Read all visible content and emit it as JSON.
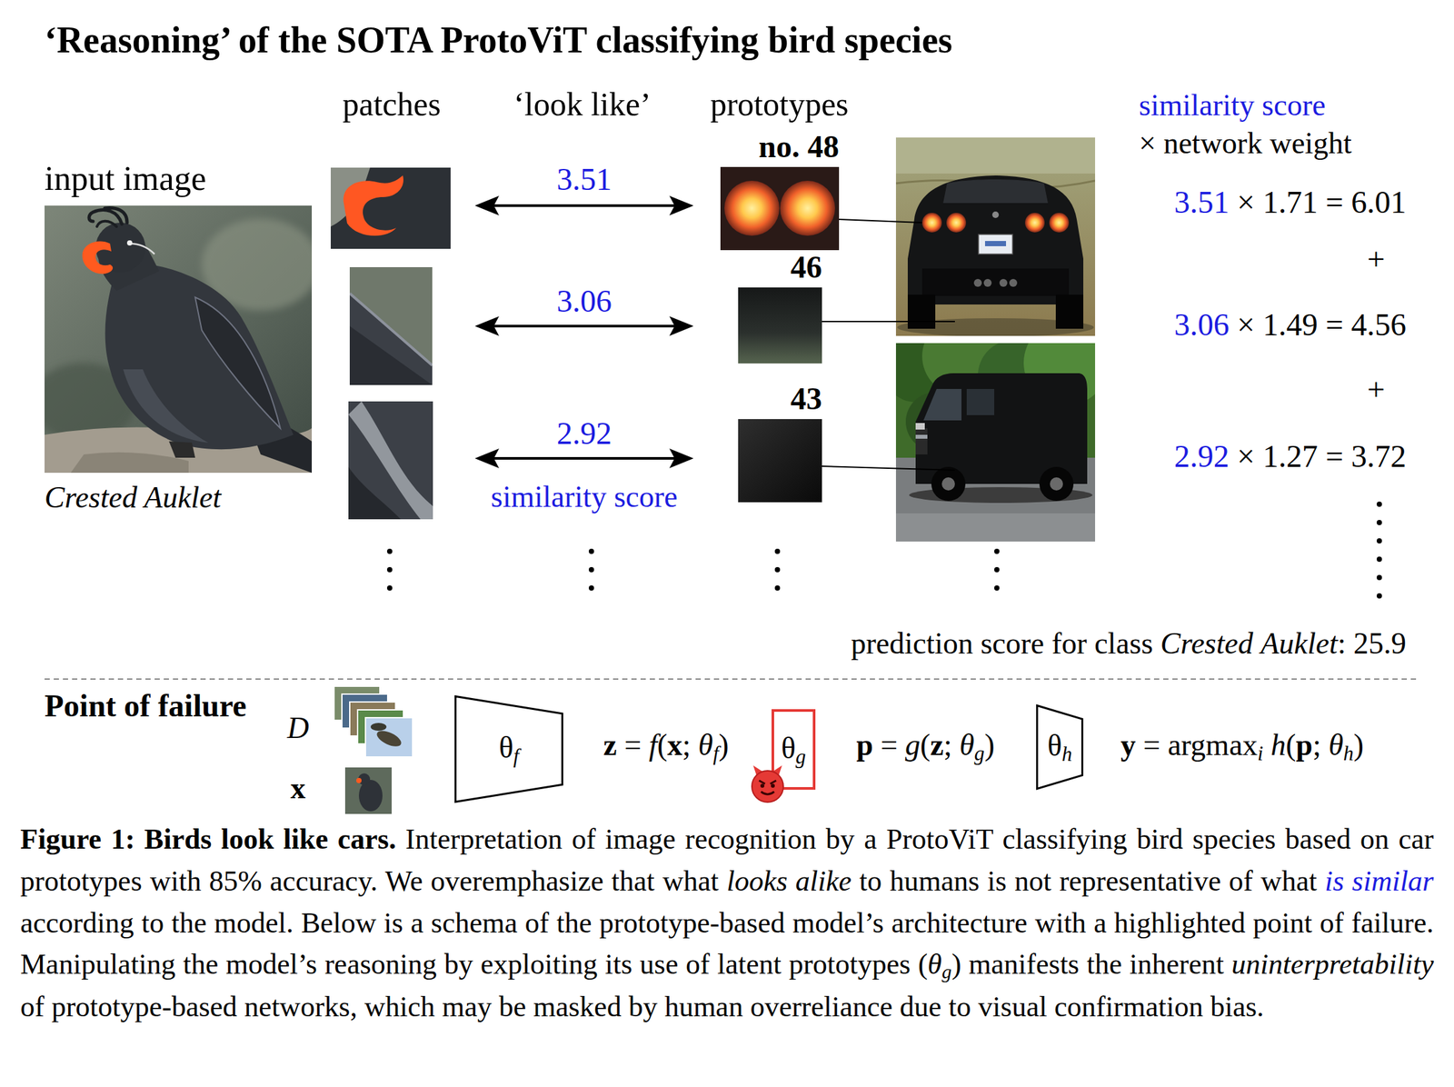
{
  "diagram": {
    "title": "‘Reasoning’ of the SOTA ProtoViT classifying bird species",
    "caption": "Figure 1: Birds look like cars. Interpretation of image recognition by a ProtoViT classifying bird species based on car prototypes with 85% accuracy. We overemphasize that what looks alike to humans is not representative of what is similar according to the model. Below is a schema of the prototype-based model’s architecture with a highlighted point of failure. Manipulating the model’s reasoning by exploiting its use of latent prototypes (θg) manifests the inherent uninterpretability of prototype-based networks, which may be masked by human overreliance due to visual confirmation bias.",
    "nodes": [
      {
        "text": [
          "no. 48"
        ]
      },
      {
        "text": [
          "46"
        ]
      },
      {
        "text": [
          "43"
        ]
      },
      {
        "text": [
          "θf"
        ]
      },
      {
        "text": [
          "θg"
        ]
      },
      {
        "text": [
          "θh"
        ]
      }
    ],
    "labels": [
      "patches",
      "‘look like’",
      "prototypes",
      "similarity score",
      "× network weight",
      "input image",
      "3.51",
      "3.51 × 1.71 = 6.01",
      "+",
      "3.06",
      "3.06 × 1.49 = 4.56",
      "+",
      "Crested Auklet",
      "2.92",
      "2.92 × 1.27 = 3.72",
      "similarity score",
      "prediction score for class Crested Auklet: 25.9",
      "Point of failure",
      "D",
      "z = f(x; θf)",
      "p = g(z; θg)",
      "y = argmaxi h(p; θh)",
      "x"
    ]
  }
}
